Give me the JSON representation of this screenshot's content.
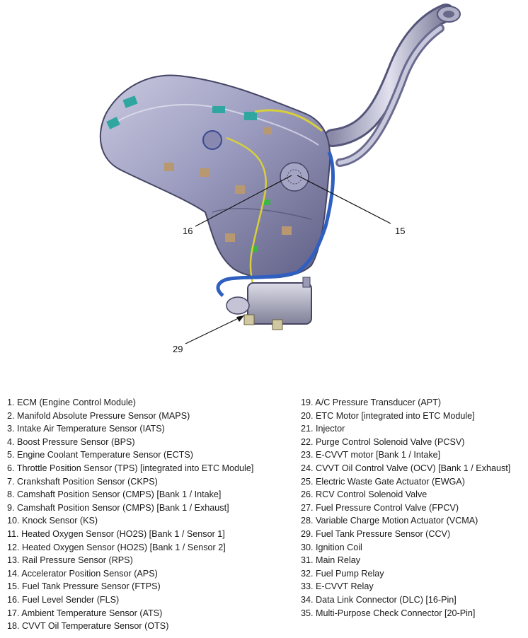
{
  "callouts": {
    "c16": "16",
    "c15": "15",
    "c29": "29"
  },
  "legend": {
    "left": [
      "1. ECM (Engine Control Module)",
      "2. Manifold Absolute Pressure Sensor (MAPS)",
      "3. Intake Air Temperature Sensor (IATS)",
      "4. Boost Pressure Sensor (BPS)",
      "5. Engine Coolant Temperature Sensor (ECTS)",
      "6. Throttle Position Sensor (TPS) [integrated into ETC Module]",
      "7. Crankshaft Position Sensor (CKPS)",
      "8. Camshaft Position Sensor (CMPS) [Bank 1 / Intake]",
      "9. Camshaft Position Sensor (CMPS) [Bank 1 / Exhaust]",
      "10. Knock Sensor (KS)",
      "11. Heated Oxygen Sensor (HO2S) [Bank 1 / Sensor 1]",
      "12. Heated Oxygen Sensor (HO2S) [Bank 1 / Sensor 2]",
      "13. Rail Pressure Sensor (RPS)",
      "14. Accelerator Position Sensor (APS)",
      "15. Fuel Tank Pressure Sensor (FTPS)",
      "16. Fuel Level Sender (FLS)",
      "17. Ambient Temperature Sensor (ATS)",
      "18. CVVT Oil Temperature Sensor (OTS)"
    ],
    "right": [
      "19. A/C Pressure Transducer (APT)",
      "20. ETC Motor [integrated into ETC Module]",
      "21. Injector",
      "22. Purge Control Solenoid Valve (PCSV)",
      "23. E-CVVT motor [Bank 1 / Intake]",
      "24. CVVT Oil Control Valve (OCV) [Bank 1 / Exhaust]",
      "25. Electric Waste Gate Actuator (EWGA)",
      "26. RCV Control Solenoid Valve",
      "27. Fuel Pressure Control Valve (FPCV)",
      "28. Variable Charge Motion Actuator (VCMA)",
      "29. Fuel Tank Pressure Sensor (CCV)",
      "30. Ignition Coil",
      "31. Main Relay",
      "32. Fuel Pump Relay",
      "33. E-CVVT Relay",
      "34. Data Link Connector (DLC) [16-Pin]",
      "35. Multi-Purpose Check Connector [20-Pin]"
    ]
  }
}
